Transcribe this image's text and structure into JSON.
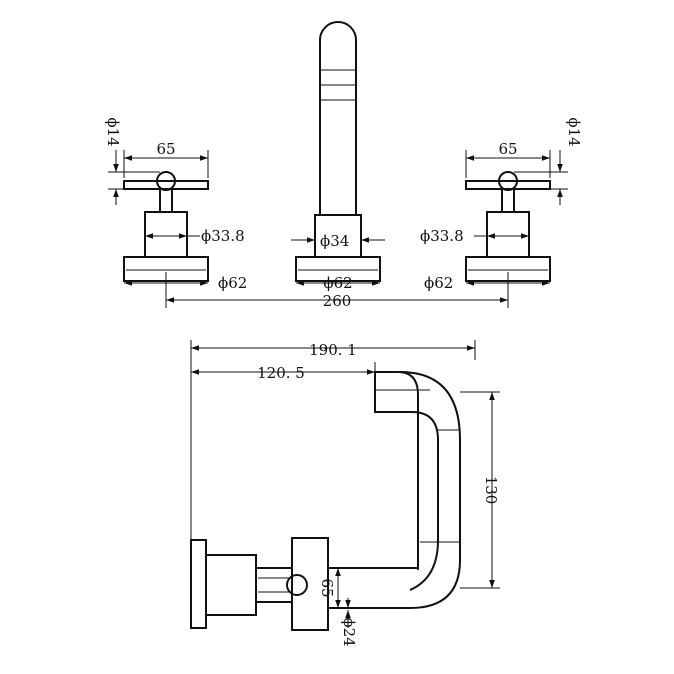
{
  "front_view": {
    "left_handle": {
      "width": "65",
      "stem": "ϕ14",
      "body": "ϕ33.8",
      "flange": "ϕ62"
    },
    "spout": {
      "body": "ϕ34",
      "flange": "ϕ62"
    },
    "right_handle": {
      "width": "65",
      "stem": "ϕ14",
      "body": "ϕ33.8",
      "flange": "ϕ62"
    },
    "center_spacing": "260"
  },
  "side_view": {
    "overall_reach": "190. 1",
    "spout_reach": "120. 5",
    "spout_height": "130",
    "handle_offset": "65",
    "stem_diameter": "ϕ24"
  }
}
